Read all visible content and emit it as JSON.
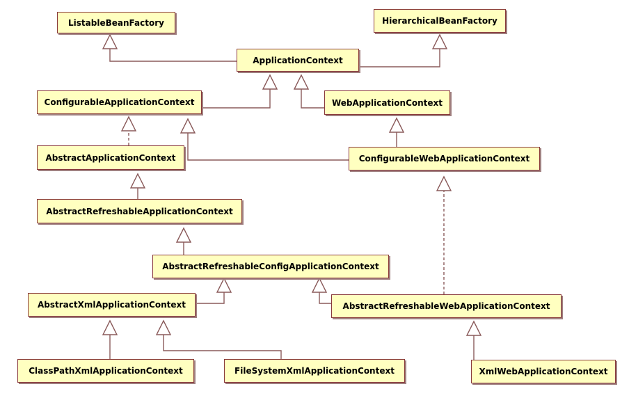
{
  "nodes": {
    "listable_bean_factory": "ListableBeanFactory",
    "hierarchical_bean_factory": "HierarchicalBeanFactory",
    "application_context": "ApplicationContext",
    "configurable_application_context": "ConfigurableApplicationContext",
    "web_application_context": "WebApplicationContext",
    "abstract_application_context": "AbstractApplicationContext",
    "configurable_web_application_context": "ConfigurableWebApplicationContext",
    "abstract_refreshable_application_context": "AbstractRefreshableApplicationContext",
    "abstract_refreshable_config_application_context": "AbstractRefreshableConfigApplicationContext",
    "abstract_xml_application_context": "AbstractXmlApplicationContext",
    "abstract_refreshable_web_application_context": "AbstractRefreshableWebApplicationContext",
    "class_path_xml_application_context": "ClassPathXmlApplicationContext",
    "file_system_xml_application_context": "FileSystemXmlApplicationContext",
    "xml_web_application_context": "XmlWebApplicationContext"
  },
  "colors": {
    "node_fill": "#ffffc0",
    "node_border": "#8a3a3a",
    "line": "#8a5a5a"
  }
}
